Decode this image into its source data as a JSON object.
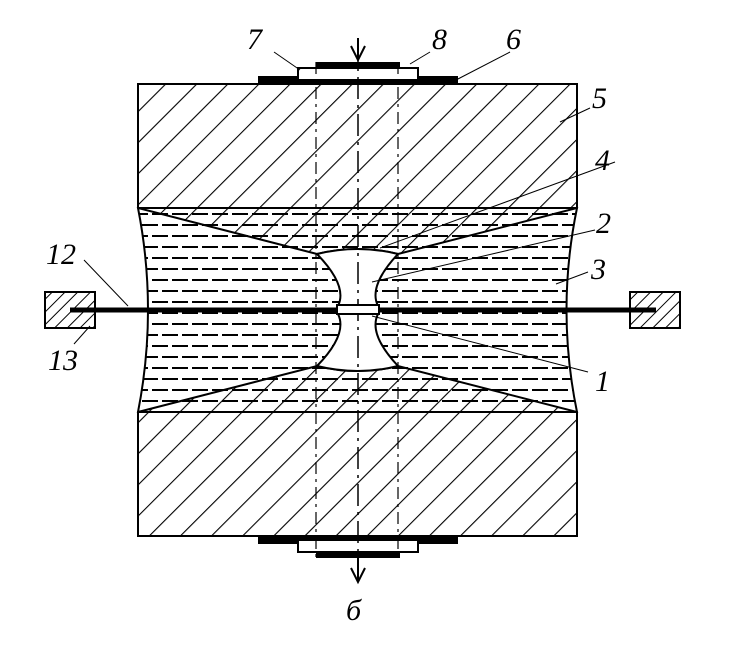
{
  "callouts": {
    "c1": "1",
    "c2": "2",
    "c3": "3",
    "c4": "4",
    "c5": "5",
    "c6": "6",
    "c7": "7",
    "c8": "8",
    "c12": "12",
    "c13": "13"
  },
  "bottom_label": "б",
  "colors": {
    "ink": "#000000",
    "paper": "#ffffff"
  }
}
